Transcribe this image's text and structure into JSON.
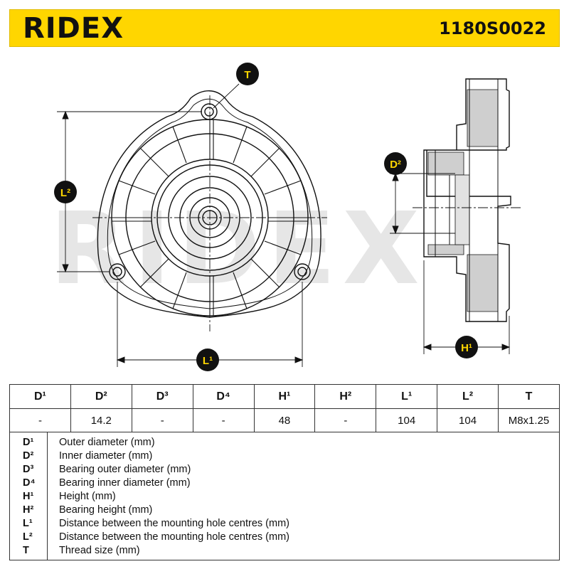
{
  "header": {
    "brand": "RIDEX",
    "part_number": "1180S0022"
  },
  "drawing": {
    "watermark": "RIDEX",
    "callouts": {
      "t": "T",
      "l2": "L²",
      "l1": "L¹",
      "d2": "D²",
      "h1": "H¹"
    }
  },
  "table": {
    "headers": [
      "D¹",
      "D²",
      "D³",
      "D⁴",
      "H¹",
      "H²",
      "L¹",
      "L²",
      "T"
    ],
    "values": [
      "-",
      "14.2",
      "-",
      "-",
      "48",
      "-",
      "104",
      "104",
      "M8x1.25"
    ]
  },
  "legend": [
    {
      "key": "D¹",
      "desc": "Outer diameter (mm)"
    },
    {
      "key": "D²",
      "desc": "Inner diameter (mm)"
    },
    {
      "key": "D³",
      "desc": "Bearing outer diameter (mm)"
    },
    {
      "key": "D⁴",
      "desc": "Bearing inner diameter (mm)"
    },
    {
      "key": "H¹",
      "desc": "Height (mm)"
    },
    {
      "key": "H²",
      "desc": "Bearing height (mm)"
    },
    {
      "key": "L¹",
      "desc": "Distance between the mounting hole centres (mm)"
    },
    {
      "key": "L²",
      "desc": "Distance between the mounting hole centres (mm)"
    },
    {
      "key": "T",
      "desc": "Thread size (mm)"
    }
  ],
  "colors": {
    "header_bg": "#ffd600",
    "callout_bg": "#111111",
    "callout_text": "#ffd600",
    "watermark": "#e6e6e6"
  }
}
